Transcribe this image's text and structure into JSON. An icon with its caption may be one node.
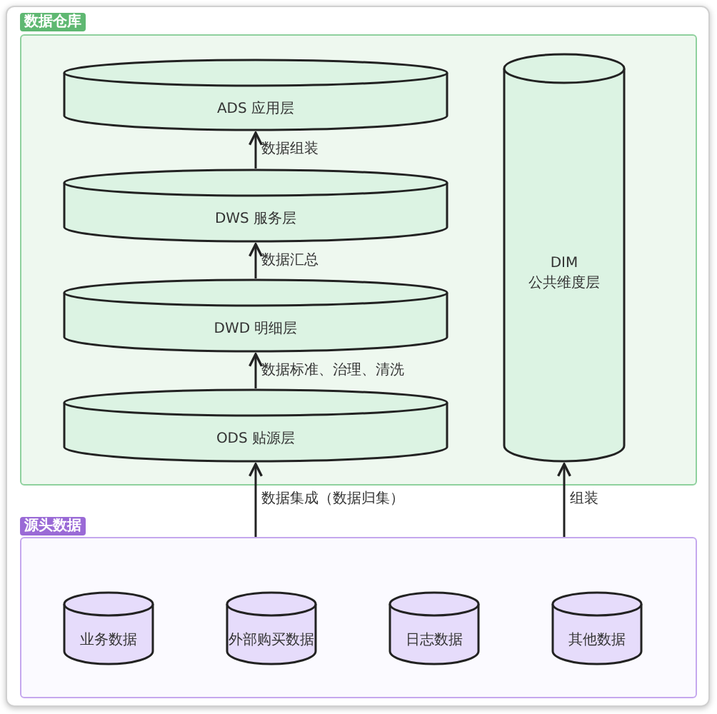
{
  "diagram": {
    "nodes": [
      {
        "text": [
          "数据仓库"
        ]
      },
      {
        "text": [
          "ADS 应用层"
        ],
        "in": 0
      },
      {
        "text": [
          "DWS 服务层"
        ],
        "in": 0
      },
      {
        "text": [
          "DWD 明细层"
        ],
        "in": 0
      },
      {
        "text": [
          "ODS 贴源层"
        ],
        "in": 0
      },
      {
        "text": [
          "DIM 公共维度层"
        ],
        "in": 0
      },
      {
        "text": [
          "源头数据"
        ]
      },
      {
        "text": [
          "业务数据"
        ],
        "in": 6
      },
      {
        "text": [
          "外部购买数据"
        ],
        "in": 6
      },
      {
        "text": [
          "日志数据"
        ],
        "in": 6
      },
      {
        "text": [
          "其他数据"
        ],
        "in": 6
      }
    ],
    "edges": [
      {
        "from": 2,
        "to": 1,
        "arrow": "to",
        "label": "数据组装"
      },
      {
        "from": 3,
        "to": 2,
        "arrow": "to",
        "label": "数据汇总"
      },
      {
        "from": 4,
        "to": 3,
        "arrow": "to",
        "label": "数据标准、治理、清洗"
      },
      {
        "from": 6,
        "to": 4,
        "arrow": "to",
        "label": "数据集成（数据归集）"
      },
      {
        "from": 6,
        "to": 5,
        "arrow": "to",
        "label": "组装"
      }
    ]
  }
}
